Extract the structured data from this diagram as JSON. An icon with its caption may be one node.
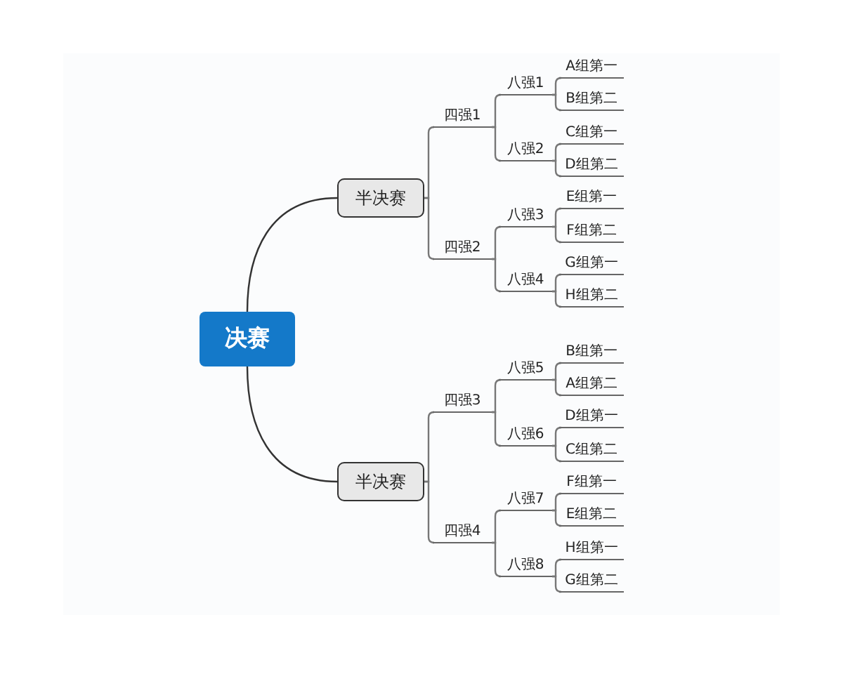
{
  "diagram": {
    "nodes": [
      {
        "text": [
          "决赛"
        ]
      },
      {
        "text": [
          "半决赛"
        ]
      },
      {
        "text": [
          "四强1"
        ]
      },
      {
        "text": [
          "八强1"
        ]
      },
      {
        "text": [
          "A组第一"
        ]
      },
      {
        "text": [
          "B组第二"
        ]
      },
      {
        "text": [
          "八强2"
        ]
      },
      {
        "text": [
          "C组第一"
        ]
      },
      {
        "text": [
          "D组第二"
        ]
      },
      {
        "text": [
          "四强2"
        ]
      },
      {
        "text": [
          "八强3"
        ]
      },
      {
        "text": [
          "E组第一"
        ]
      },
      {
        "text": [
          "F组第二"
        ]
      },
      {
        "text": [
          "八强4"
        ]
      },
      {
        "text": [
          "G组第一"
        ]
      },
      {
        "text": [
          "H组第二"
        ]
      },
      {
        "text": [
          "半决赛"
        ]
      },
      {
        "text": [
          "四强3"
        ]
      },
      {
        "text": [
          "八强5"
        ]
      },
      {
        "text": [
          "B组第一"
        ]
      },
      {
        "text": [
          "A组第二"
        ]
      },
      {
        "text": [
          "八强6"
        ]
      },
      {
        "text": [
          "D组第一"
        ]
      },
      {
        "text": [
          "C组第二"
        ]
      },
      {
        "text": [
          "四强4"
        ]
      },
      {
        "text": [
          "八强7"
        ]
      },
      {
        "text": [
          "F组第一"
        ]
      },
      {
        "text": [
          "E组第二"
        ]
      },
      {
        "text": [
          "八强8"
        ]
      },
      {
        "text": [
          "H组第一"
        ]
      },
      {
        "text": [
          "G组第二"
        ]
      }
    ],
    "edges": [
      {
        "from": 0,
        "to": 1,
        "arrow": "none"
      },
      {
        "from": 1,
        "to": 2,
        "arrow": "none"
      },
      {
        "from": 2,
        "to": 3,
        "arrow": "none"
      },
      {
        "from": 3,
        "to": 4,
        "arrow": "none"
      },
      {
        "from": 3,
        "to": 5,
        "arrow": "none"
      },
      {
        "from": 2,
        "to": 6,
        "arrow": "none"
      },
      {
        "from": 6,
        "to": 7,
        "arrow": "none"
      },
      {
        "from": 6,
        "to": 8,
        "arrow": "none"
      },
      {
        "from": 1,
        "to": 9,
        "arrow": "none"
      },
      {
        "from": 9,
        "to": 10,
        "arrow": "none"
      },
      {
        "from": 10,
        "to": 11,
        "arrow": "none"
      },
      {
        "from": 10,
        "to": 12,
        "arrow": "none"
      },
      {
        "from": 9,
        "to": 13,
        "arrow": "none"
      },
      {
        "from": 13,
        "to": 14,
        "arrow": "none"
      },
      {
        "from": 13,
        "to": 15,
        "arrow": "none"
      },
      {
        "from": 0,
        "to": 16,
        "arrow": "none"
      },
      {
        "from": 16,
        "to": 17,
        "arrow": "none"
      },
      {
        "from": 17,
        "to": 18,
        "arrow": "none"
      },
      {
        "from": 18,
        "to": 19,
        "arrow": "none"
      },
      {
        "from": 18,
        "to": 20,
        "arrow": "none"
      },
      {
        "from": 17,
        "to": 21,
        "arrow": "none"
      },
      {
        "from": 21,
        "to": 22,
        "arrow": "none"
      },
      {
        "from": 21,
        "to": 23,
        "arrow": "none"
      },
      {
        "from": 16,
        "to": 24,
        "arrow": "none"
      },
      {
        "from": 24,
        "to": 25,
        "arrow": "none"
      },
      {
        "from": 25,
        "to": 26,
        "arrow": "none"
      },
      {
        "from": 25,
        "to": 27,
        "arrow": "none"
      },
      {
        "from": 24,
        "to": 28,
        "arrow": "none"
      },
      {
        "from": 28,
        "to": 29,
        "arrow": "none"
      },
      {
        "from": 28,
        "to": 30,
        "arrow": "none"
      }
    ]
  }
}
